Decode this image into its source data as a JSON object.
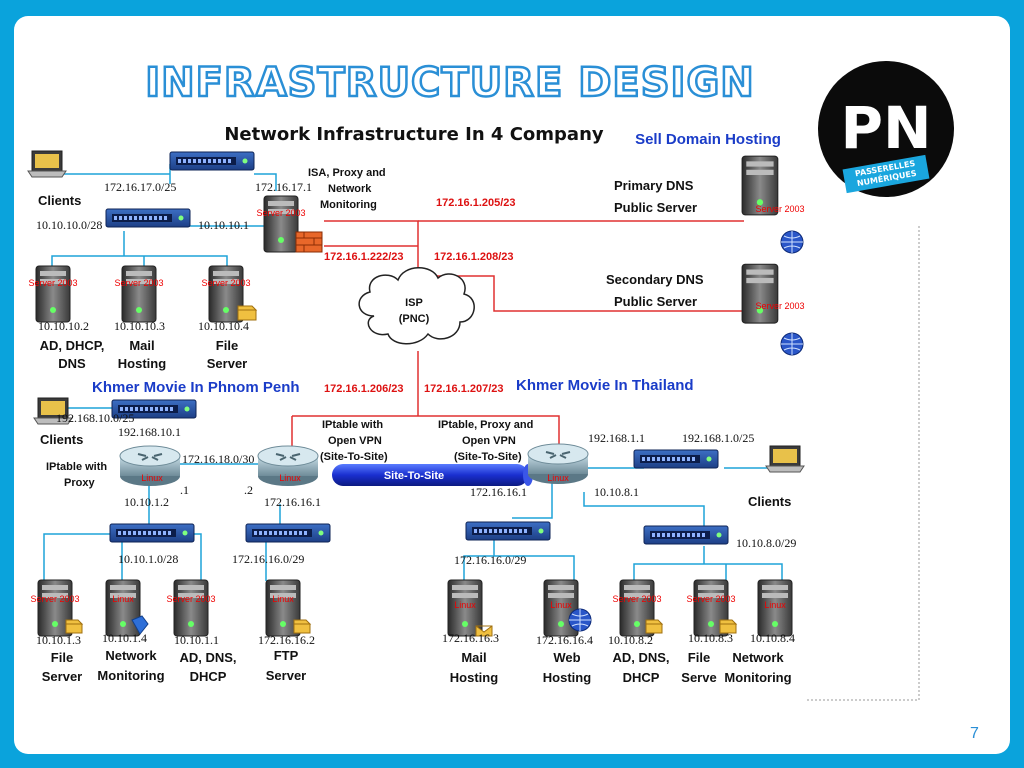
{
  "title": "INFRASTRUCTURE DESIGN",
  "subtitle": "Network Infrastructure In 4 Company",
  "sell_domain": "Sell Domain Hosting",
  "page_number": "7",
  "logo": {
    "initials": "PN",
    "line1": "PASSERELLES",
    "line2": "NUMÉRIQUES"
  },
  "colors": {
    "frame": "#0aa3dc",
    "link_red": "#e03030",
    "link_blue": "#1fa3d8",
    "tunnel": "#1a2fd0",
    "red_text": "#d11111"
  },
  "server_label_2003": "Server 2003",
  "linux_label": "Linux",
  "top": {
    "clients_label": "Clients",
    "net_17": "172.16.17.0/25",
    "ip_17_1": "172.16.17.1",
    "net_10": "10.10.10.0/28",
    "ip_10_1": "10.10.10.1",
    "isa": [
      "ISA, Proxy and",
      "Network",
      "Monitoring"
    ],
    "servers": [
      {
        "ip": "10.10.10.2",
        "role": [
          "AD, DHCP,",
          "DNS"
        ]
      },
      {
        "ip": "10.10.10.3",
        "role": [
          "Mail",
          "Hosting"
        ]
      },
      {
        "ip": "10.10.10.4",
        "role": [
          "File",
          "Server"
        ]
      }
    ]
  },
  "links": {
    "l205": "172.16.1.205/23",
    "l222": "172.16.1.222/23",
    "l208": "172.16.1.208/23",
    "l206": "172.16.1.206/23",
    "l207": "172.16.1.207/23"
  },
  "isp": [
    "ISP",
    "(PNC)"
  ],
  "dns": {
    "primary": [
      "Primary DNS",
      "Public Server"
    ],
    "secondary": [
      "Secondary DNS",
      "Public Server"
    ]
  },
  "sites": {
    "phnom_penh": "Khmer Movie In Phnom Penh",
    "thailand": "Khmer Movie In Thailand"
  },
  "left": {
    "net_192": "192.168.10.0/25",
    "ip_192_1": "192.168.10.1",
    "clients_label": "Clients",
    "iptable_proxy": [
      "IPtable with",
      "Proxy"
    ],
    "link_net": "172.16.18.0/30",
    "dot1": ".1",
    "dot2": ".2",
    "ip_10_1_2": "10.10.1.2",
    "ip_16_1": "172.16.16.1",
    "iptable_vpn": [
      "IPtable with",
      "Open VPN",
      "(Site-To-Site)"
    ],
    "switch_net_a": "10.10.1.0/28",
    "switch_net_b": "172.16.16.0/29",
    "servers": [
      {
        "ip": "10.10.1.3",
        "role": [
          "File",
          "Server"
        ]
      },
      {
        "ip": "10.10.1.4",
        "role": [
          "Network",
          "Monitoring"
        ]
      },
      {
        "ip": "10.10.1.1",
        "role": [
          "AD, DNS,",
          "DHCP"
        ]
      },
      {
        "ip": "172.16.16.2",
        "role": [
          "FTP",
          "Server"
        ]
      }
    ]
  },
  "tunnel": "Site-To-Site",
  "right": {
    "iptable_vpn": [
      "IPtable, Proxy and",
      "Open VPN",
      "(Site-To-Site)"
    ],
    "ip_192_1": "192.168.1.1",
    "net_192": "192.168.1.0/25",
    "clients_label": "Clients",
    "ip_16_1": "172.16.16.1",
    "ip_8_1": "10.10.8.1",
    "net_8": "10.10.8.0/29",
    "net_16": "172.16.16.0/29",
    "servers": [
      {
        "ip": "172.16.16.3",
        "role": [
          "Mail",
          "Hosting"
        ]
      },
      {
        "ip": "172.16.16.4",
        "role": [
          "Web",
          "Hosting"
        ]
      },
      {
        "ip": "10.10.8.2",
        "role": [
          "AD, DNS,",
          "DHCP"
        ]
      },
      {
        "ip": "10.10.8.3",
        "role": [
          "File",
          "Serve"
        ]
      },
      {
        "ip": "10.10.8.4",
        "role": [
          "Network",
          "Monitoring"
        ]
      }
    ]
  }
}
